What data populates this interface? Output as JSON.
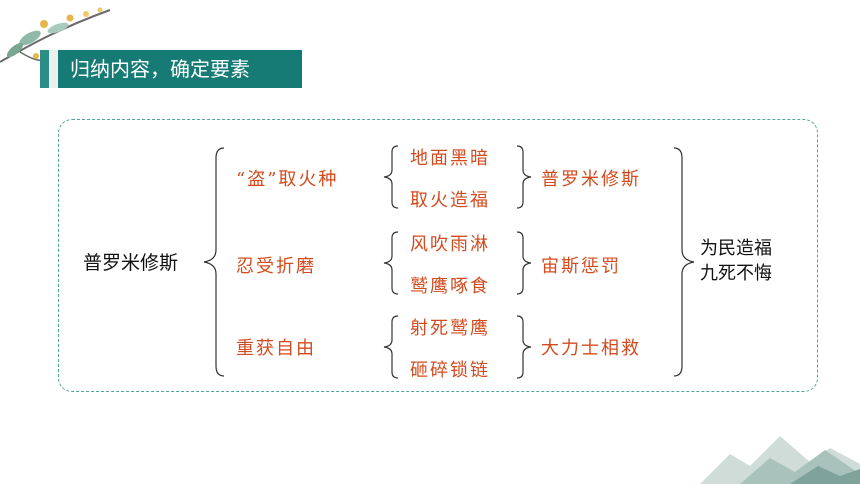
{
  "title": "归纳内容，确定要素",
  "subject": "普罗米修斯",
  "groups": [
    {
      "event": "“盗”取火种",
      "details": [
        "地面黑暗",
        "取火造福"
      ],
      "result": "普罗米修斯"
    },
    {
      "event": "忍受折磨",
      "details": [
        "风吹雨淋",
        "鹫鹰啄食"
      ],
      "result": "宙斯惩罚"
    },
    {
      "event": "重获自由",
      "details": [
        "射死鹫鹰",
        "砸碎锁链"
      ],
      "result": "大力士相救"
    }
  ],
  "conclusion": [
    "为民造福",
    "九死不悔"
  ],
  "colors": {
    "accent": "#167b74",
    "highlight": "#d34b1e",
    "dash": "#4fa59a"
  }
}
